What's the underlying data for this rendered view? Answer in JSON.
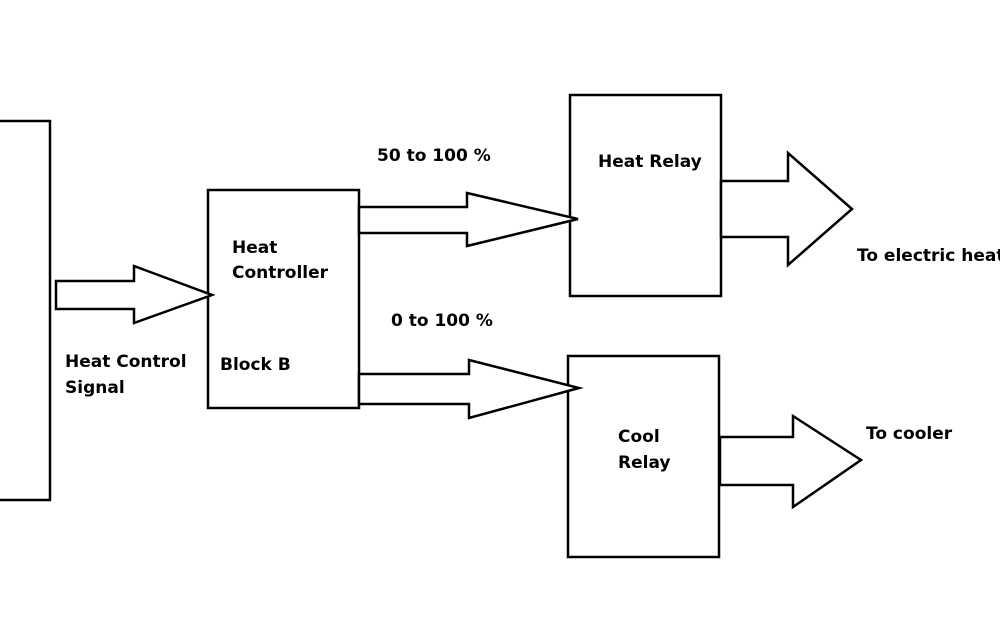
{
  "blocks": {
    "heat_controller": {
      "line1": "Heat",
      "line2": "Controller",
      "block_label": "Block B"
    },
    "heat_relay": {
      "label": "Heat Relay"
    },
    "cool_relay": {
      "line1": "Cool",
      "line2": "Relay"
    }
  },
  "signals": {
    "input": {
      "line1": "Heat Control",
      "line2": "Signal"
    },
    "heat_range": "50 to 100 %",
    "cool_range": "0 to 100 %"
  },
  "outputs": {
    "heater": "To electric heater",
    "cooler": "To cooler"
  }
}
